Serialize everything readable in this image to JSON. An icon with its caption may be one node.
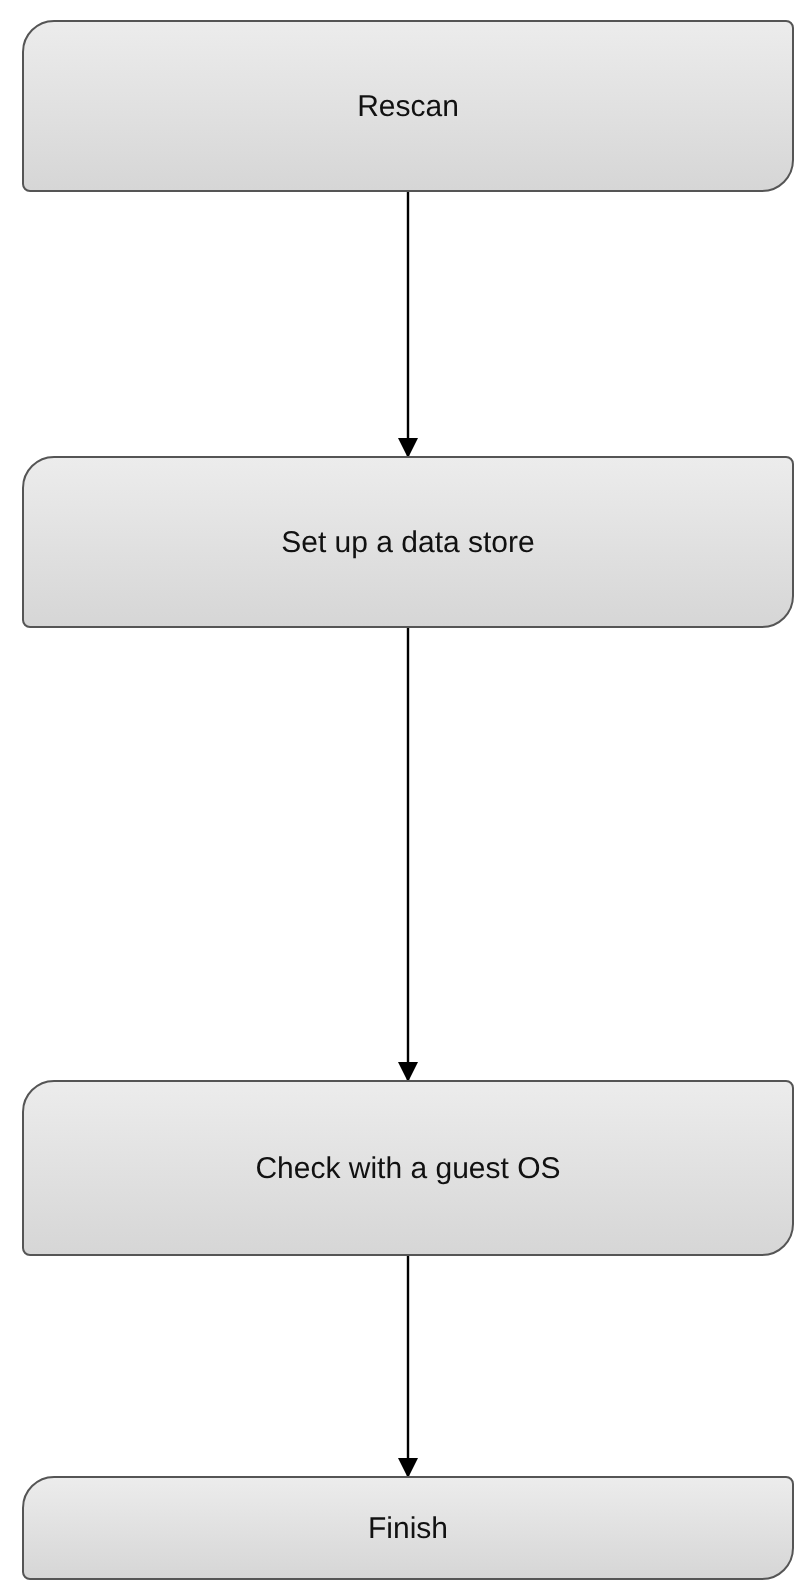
{
  "diagram": {
    "nodes": [
      {
        "text": [
          "Rescan"
        ]
      },
      {
        "text": [
          "Set up a data store"
        ]
      },
      {
        "text": [
          "Check with a guest OS"
        ]
      },
      {
        "text": [
          "Finish"
        ]
      }
    ],
    "edges": [
      {
        "from": 0,
        "to": 1,
        "arrow": "to"
      },
      {
        "from": 1,
        "to": 2,
        "arrow": "to"
      },
      {
        "from": 2,
        "to": 3,
        "arrow": "to"
      }
    ]
  }
}
